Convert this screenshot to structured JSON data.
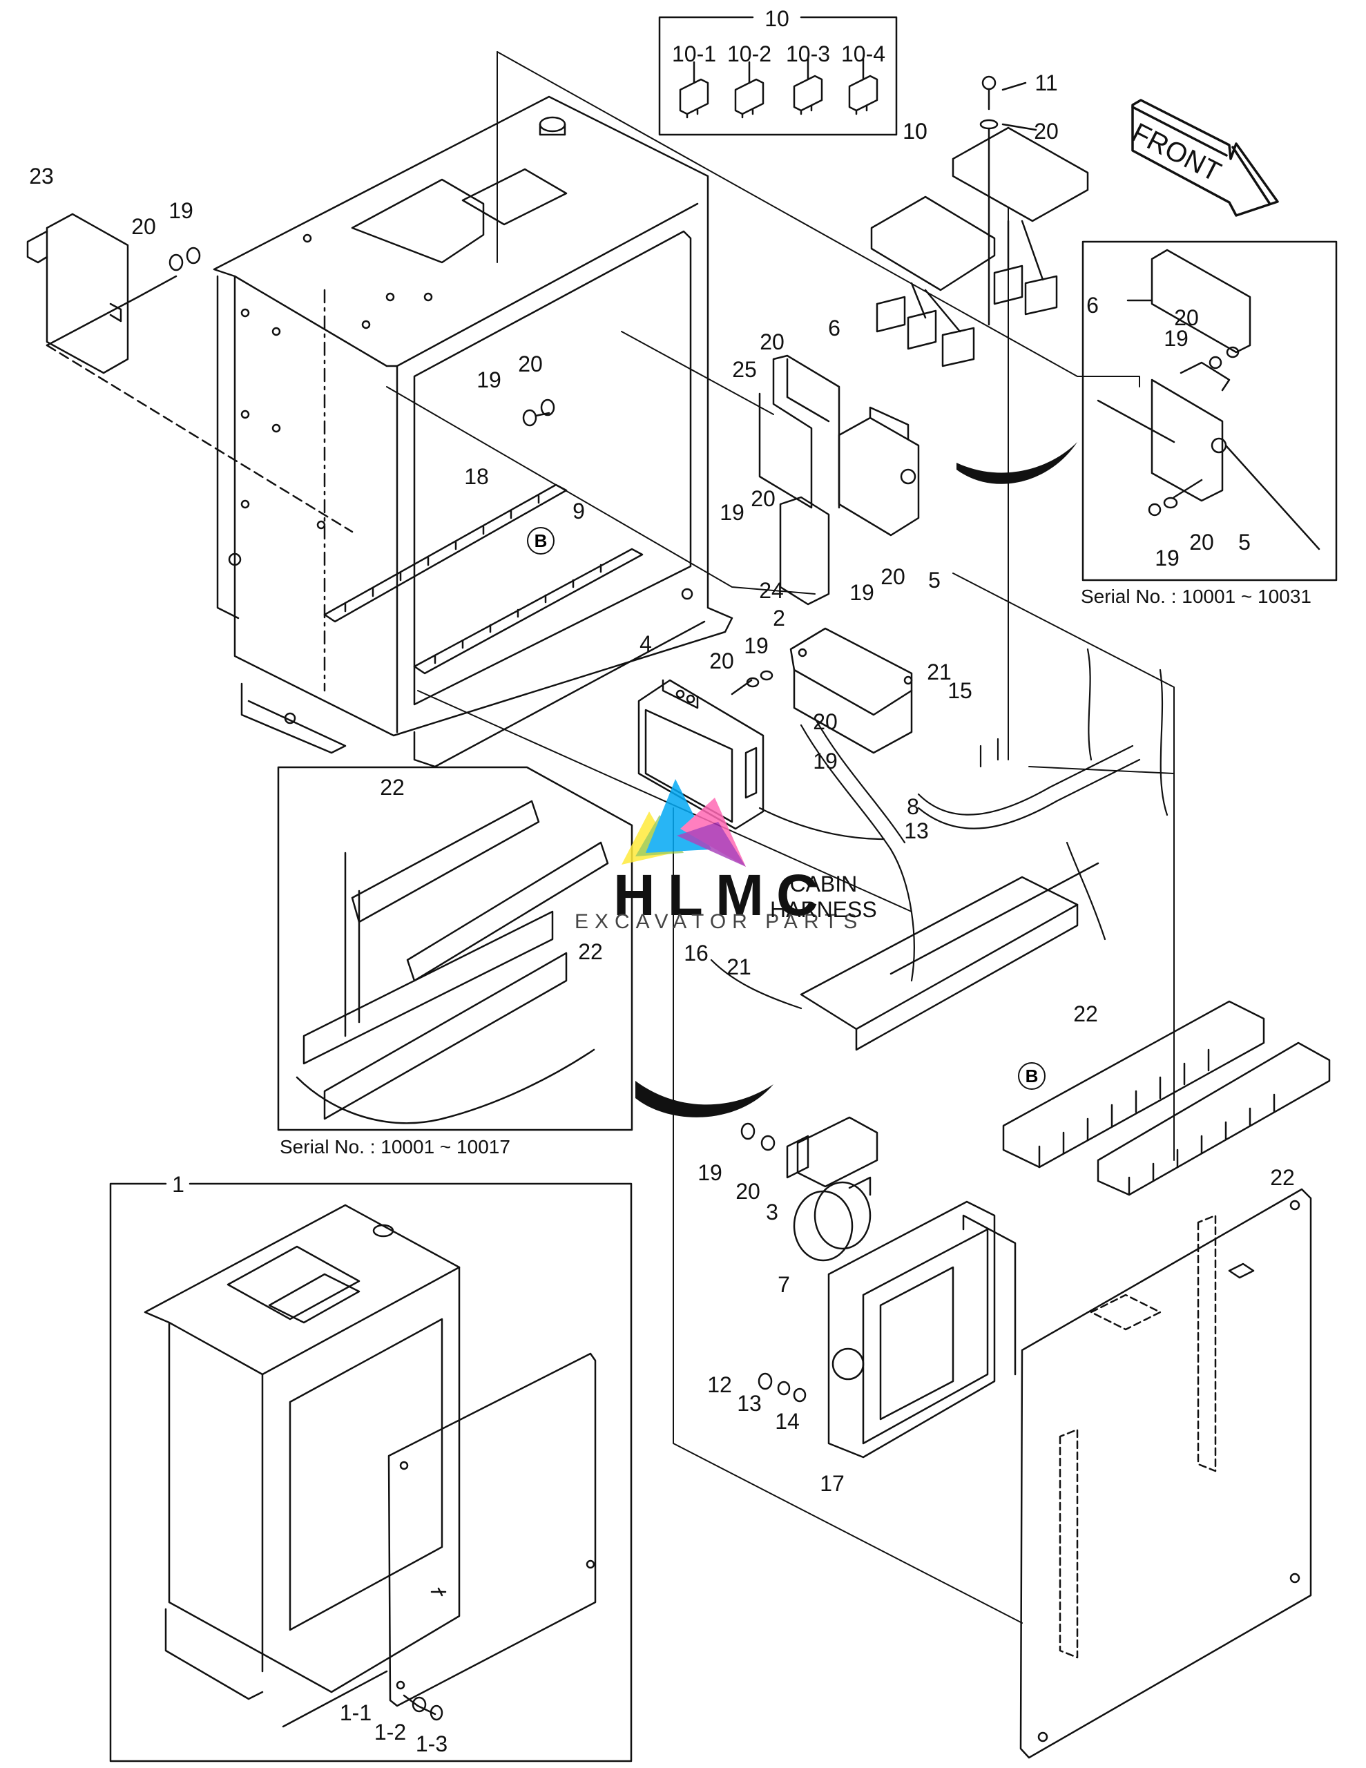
{
  "diagram": {
    "title": "Cabin electrical box / relay & fuse assembly",
    "front_arrow_label": "FRONT",
    "cabin_harness_label_line1": "CABIN",
    "cabin_harness_label_line2": "HARNESS",
    "watermark": {
      "title": "HLMC",
      "subtitle": "EXCAVATOR PARTS",
      "colors": [
        "#ffeb3b",
        "#8bc34a",
        "#03a9f4",
        "#9c27b0",
        "#ff69b4"
      ]
    },
    "insets": [
      {
        "id": "fuse-kit",
        "title": "10",
        "items": [
          "10-1",
          "10-2",
          "10-3",
          "10-4"
        ]
      },
      {
        "id": "relay-bracket",
        "serial": "Serial No. : 10001 ~ 10031"
      },
      {
        "id": "relay-harness",
        "serial": "Serial No. : 10001 ~ 10017"
      },
      {
        "id": "box-assembly",
        "title": "1",
        "items": [
          "1-1",
          "1-2",
          "1-3"
        ]
      }
    ],
    "reference_marker": "B",
    "callouts": [
      {
        "id": "c10a",
        "text": "10"
      },
      {
        "id": "c11",
        "text": "11"
      },
      {
        "id": "c20a",
        "text": "20"
      },
      {
        "id": "c10b",
        "text": "10"
      },
      {
        "id": "c23",
        "text": "23"
      },
      {
        "id": "c20b",
        "text": "20"
      },
      {
        "id": "c19a",
        "text": "19"
      },
      {
        "id": "c6a",
        "text": "6"
      },
      {
        "id": "c20c",
        "text": "20"
      },
      {
        "id": "c25",
        "text": "25"
      },
      {
        "id": "c19b",
        "text": "19"
      },
      {
        "id": "c20d",
        "text": "20"
      },
      {
        "id": "c18",
        "text": "18"
      },
      {
        "id": "c9",
        "text": "9"
      },
      {
        "id": "c19c",
        "text": "19"
      },
      {
        "id": "c20e",
        "text": "20"
      },
      {
        "id": "c19d",
        "text": "19"
      },
      {
        "id": "c20f",
        "text": "20"
      },
      {
        "id": "c5a",
        "text": "5"
      },
      {
        "id": "c24",
        "text": "24"
      },
      {
        "id": "c2",
        "text": "2"
      },
      {
        "id": "c4",
        "text": "4"
      },
      {
        "id": "c20g",
        "text": "20"
      },
      {
        "id": "c19e",
        "text": "19"
      },
      {
        "id": "c20h",
        "text": "20"
      },
      {
        "id": "c19f",
        "text": "19"
      },
      {
        "id": "c21a",
        "text": "21"
      },
      {
        "id": "c15",
        "text": "15"
      },
      {
        "id": "c8",
        "text": "8"
      },
      {
        "id": "c13a",
        "text": "13"
      },
      {
        "id": "c21b",
        "text": "21"
      },
      {
        "id": "c16",
        "text": "16"
      },
      {
        "id": "c22a",
        "text": "22"
      },
      {
        "id": "c22b",
        "text": "22"
      },
      {
        "id": "c22c",
        "text": "22"
      },
      {
        "id": "c22d",
        "text": "22"
      },
      {
        "id": "c19g",
        "text": "19"
      },
      {
        "id": "c20i",
        "text": "20"
      },
      {
        "id": "c3",
        "text": "3"
      },
      {
        "id": "c7",
        "text": "7"
      },
      {
        "id": "c12",
        "text": "12"
      },
      {
        "id": "c13b",
        "text": "13"
      },
      {
        "id": "c14",
        "text": "14"
      },
      {
        "id": "c17",
        "text": "17"
      },
      {
        "id": "c6b",
        "text": "6"
      },
      {
        "id": "c20j",
        "text": "20"
      },
      {
        "id": "c19h",
        "text": "19"
      },
      {
        "id": "c20k",
        "text": "20"
      },
      {
        "id": "c19i",
        "text": "19"
      },
      {
        "id": "c5b",
        "text": "5"
      }
    ]
  }
}
